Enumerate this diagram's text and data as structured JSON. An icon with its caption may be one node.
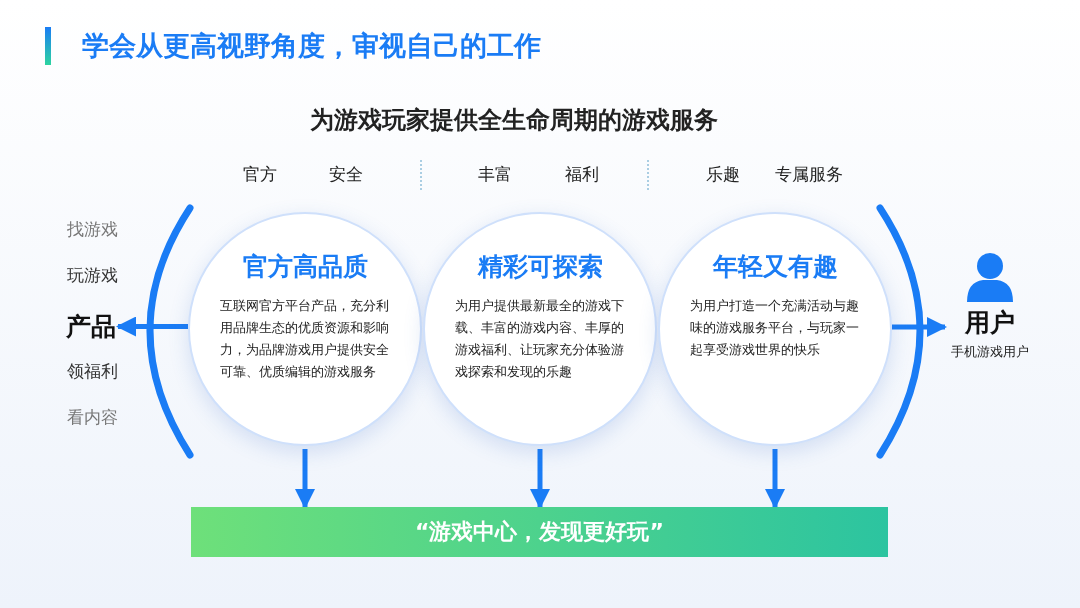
{
  "diagram": {
    "title": "学会从更高视野角度，审视自己的工作",
    "nodes": [
      {
        "text": [
          "产品"
        ]
      },
      {
        "text": [
          "官方高品质",
          "互联网官方平台产品，充分利用品牌生态的优质资源和影响力，为品牌游戏用户提供安全可靠、优质编辑的游戏服务"
        ]
      },
      {
        "text": [
          "精彩可探索",
          "为用户提供最新最全的游戏下载、丰富的游戏内容、丰厚的游戏福利、让玩家充分体验游戏探索和发现的乐趣"
        ]
      },
      {
        "text": [
          "年轻又有趣",
          "为用户打造一个充满活动与趣味的游戏服务平台，与玩家一起享受游戏世界的快乐"
        ]
      },
      {
        "text": [
          "用户",
          "手机游戏用户"
        ]
      },
      {
        "text": [
          "“游戏中心，发现更好玩”"
        ]
      }
    ],
    "edges": [
      {
        "from": 1,
        "to": 0,
        "arrow": "to"
      },
      {
        "from": 3,
        "to": 4,
        "arrow": "to"
      },
      {
        "from": 1,
        "to": 5,
        "arrow": "to"
      },
      {
        "from": 2,
        "to": 5,
        "arrow": "to"
      },
      {
        "from": 3,
        "to": 5,
        "arrow": "to"
      }
    ],
    "labels": [
      "为游戏玩家提供全生命周期的游戏服务",
      "官方",
      "安全",
      "丰富",
      "福利",
      "乐趣",
      "专属服务",
      "找游戏",
      "玩游戏",
      "领福利",
      "看内容"
    ]
  }
}
